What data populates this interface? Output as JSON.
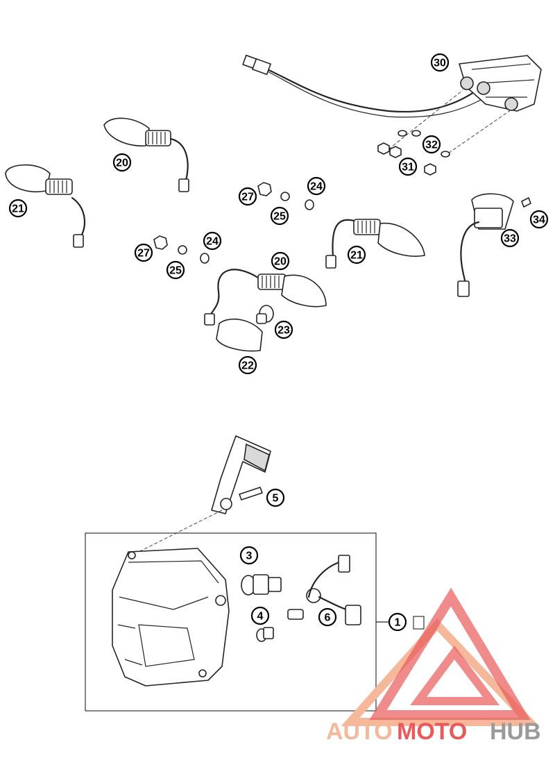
{
  "callouts": [
    {
      "label": "30"
    },
    {
      "label": "32"
    },
    {
      "label": "31"
    },
    {
      "label": "20"
    },
    {
      "label": "21"
    },
    {
      "label": "27"
    },
    {
      "label": "24"
    },
    {
      "label": "25"
    },
    {
      "label": "34"
    },
    {
      "label": "33"
    },
    {
      "label": "27"
    },
    {
      "label": "24"
    },
    {
      "label": "25"
    },
    {
      "label": "20"
    },
    {
      "label": "21"
    },
    {
      "label": "23"
    },
    {
      "label": "22"
    },
    {
      "label": "5"
    },
    {
      "label": "3"
    },
    {
      "label": "4"
    },
    {
      "label": "6"
    },
    {
      "label": "1"
    }
  ],
  "watermark": {
    "part1": "AUTO",
    "part2": "MOTO",
    "part3": "HUB",
    "color_light": "#f6b89a",
    "color_red": "#e85a5a",
    "color_gray": "#9a9a9a"
  }
}
